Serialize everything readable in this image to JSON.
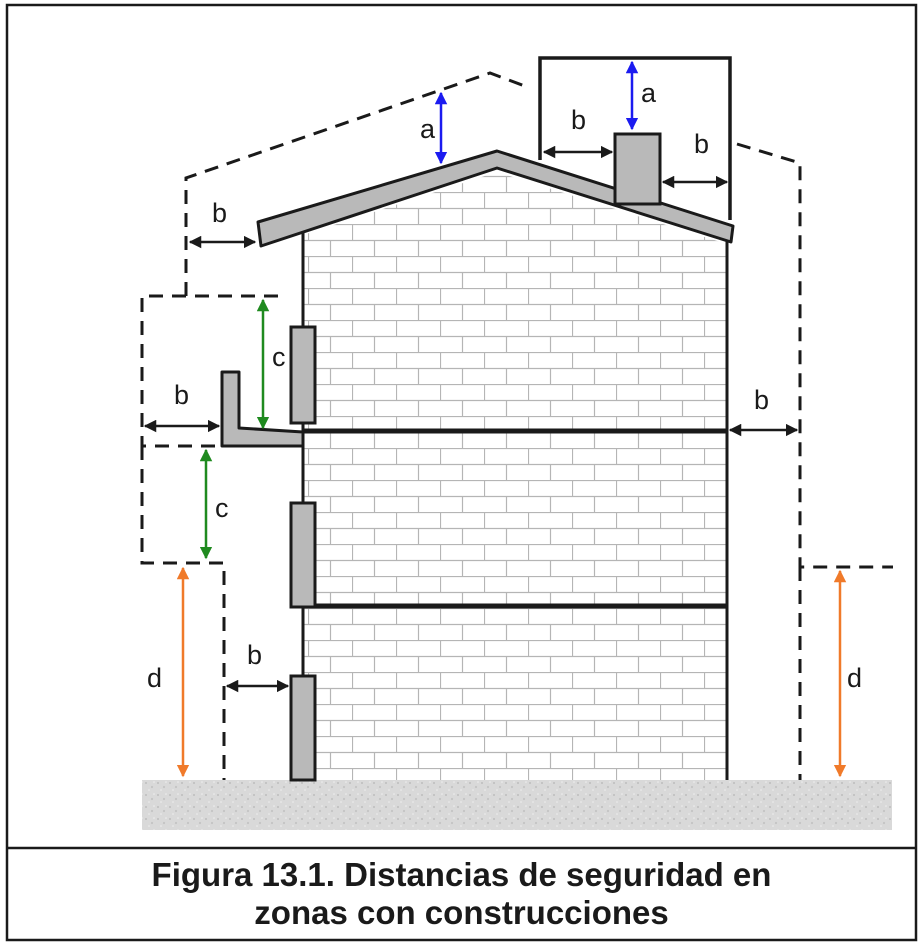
{
  "figure": {
    "caption_line1": "Figura 13.1. Distancias de seguridad en",
    "caption_line2": "zonas con construcciones"
  },
  "labels": {
    "a": "a",
    "b": "b",
    "c": "c",
    "d": "d"
  },
  "colors": {
    "dimension_a": "#1b1bf0",
    "dimension_b": "#1a1a1a",
    "dimension_c": "#1f8a1f",
    "dimension_d": "#f07a2a",
    "roof": "#b9b9b9",
    "wall_lines": "#b5b5b5",
    "ground": "#d6d6d6"
  }
}
